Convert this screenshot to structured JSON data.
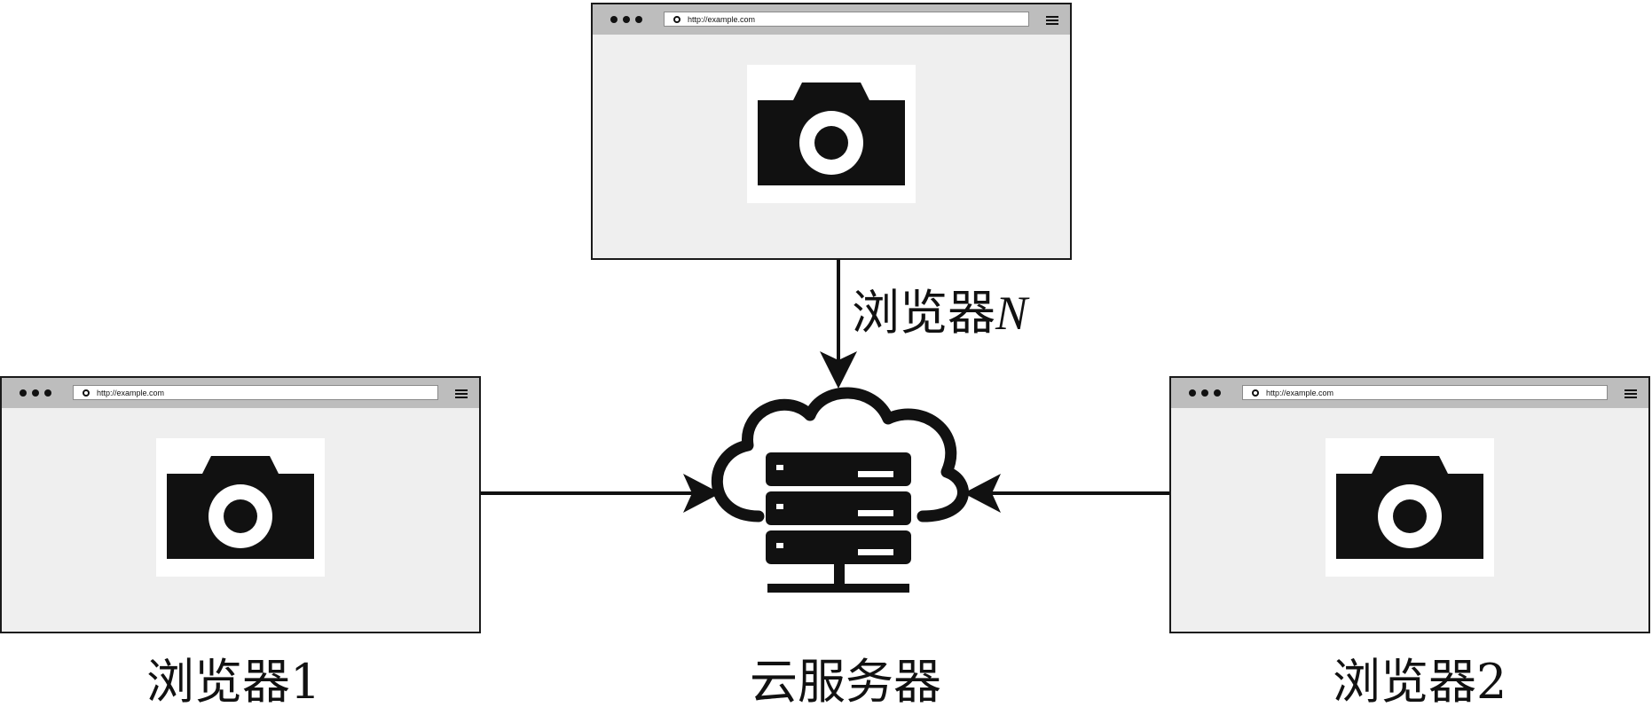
{
  "browser_top": {
    "url": "http://example.com",
    "label_prefix": "浏览器",
    "label_suffix": "N"
  },
  "browser_left": {
    "url": "http://example.com",
    "label": "浏览器1"
  },
  "browser_right": {
    "url": "http://example.com",
    "label": "浏览器2"
  },
  "server": {
    "label": "云服务器"
  },
  "icons": {
    "camera": "camera-icon",
    "cloud_server": "cloud-server-icon",
    "reload": "reload-icon",
    "menu": "hamburger-menu-icon"
  },
  "colors": {
    "ink": "#111111",
    "toolbar": "#bdbdbd",
    "page": "#efefef"
  }
}
